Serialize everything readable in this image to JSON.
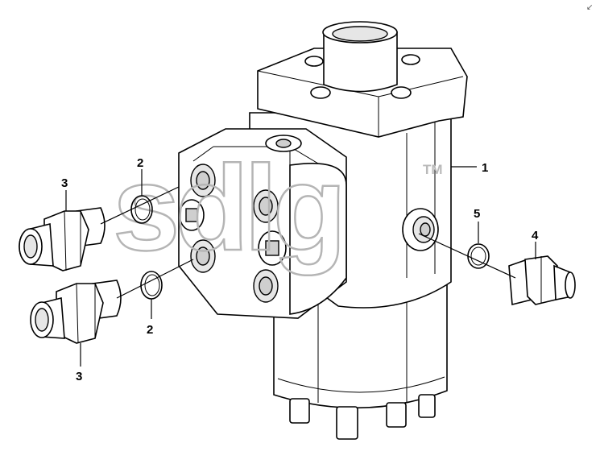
{
  "watermark": {
    "text": "sdlg",
    "trademark": "TM"
  },
  "callouts": {
    "steering_unit": "1",
    "o_ring_upper": "2",
    "o_ring_lower": "2",
    "o_ring_right": "5",
    "adapter_upper": "3",
    "adapter_lower": "3",
    "adapter_right": "4"
  },
  "corner_mark": "↙"
}
